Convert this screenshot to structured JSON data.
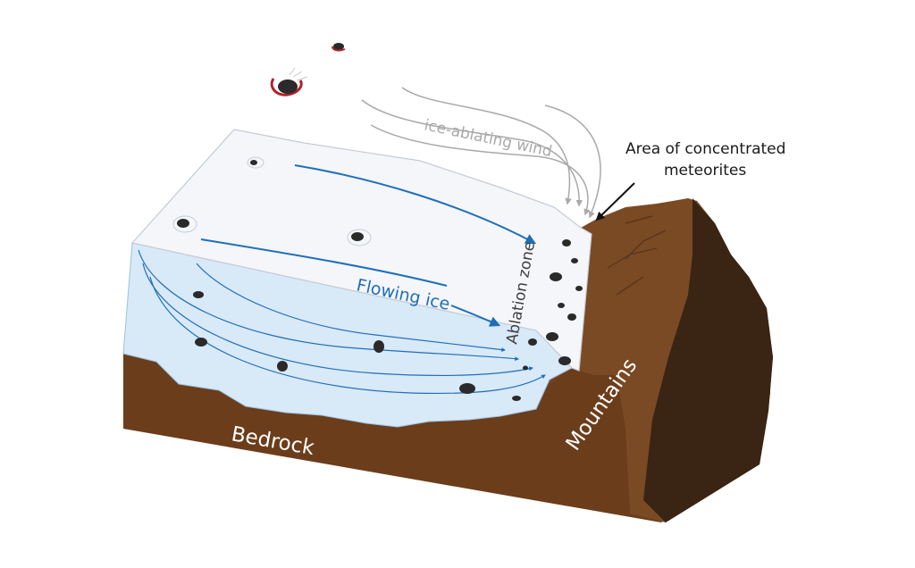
{
  "labels": {
    "area": [
      "Area of concentrated",
      "meteorites"
    ],
    "wind": "ice-ablating wind",
    "flowing_ice": "Flowing ice",
    "ablation_zone": "Ablation zone",
    "bedrock": "Bedrock",
    "mountains": "Mountains"
  },
  "colors": {
    "ice_surface": "#f4f6fa",
    "ice_body": "#d8e9f8",
    "flow_blue": "#1f6fb8",
    "bedrock": "#6b3d1a",
    "mountain_face": "#7a4a25",
    "mountain_dark": "#3a2413",
    "wind_gray": "#a9a9a9",
    "meteorite": "#2a2a2a",
    "meteorite_hot": "#b3202a"
  },
  "icons": [
    "meteorite-icon",
    "falling-meteorite-icon"
  ]
}
